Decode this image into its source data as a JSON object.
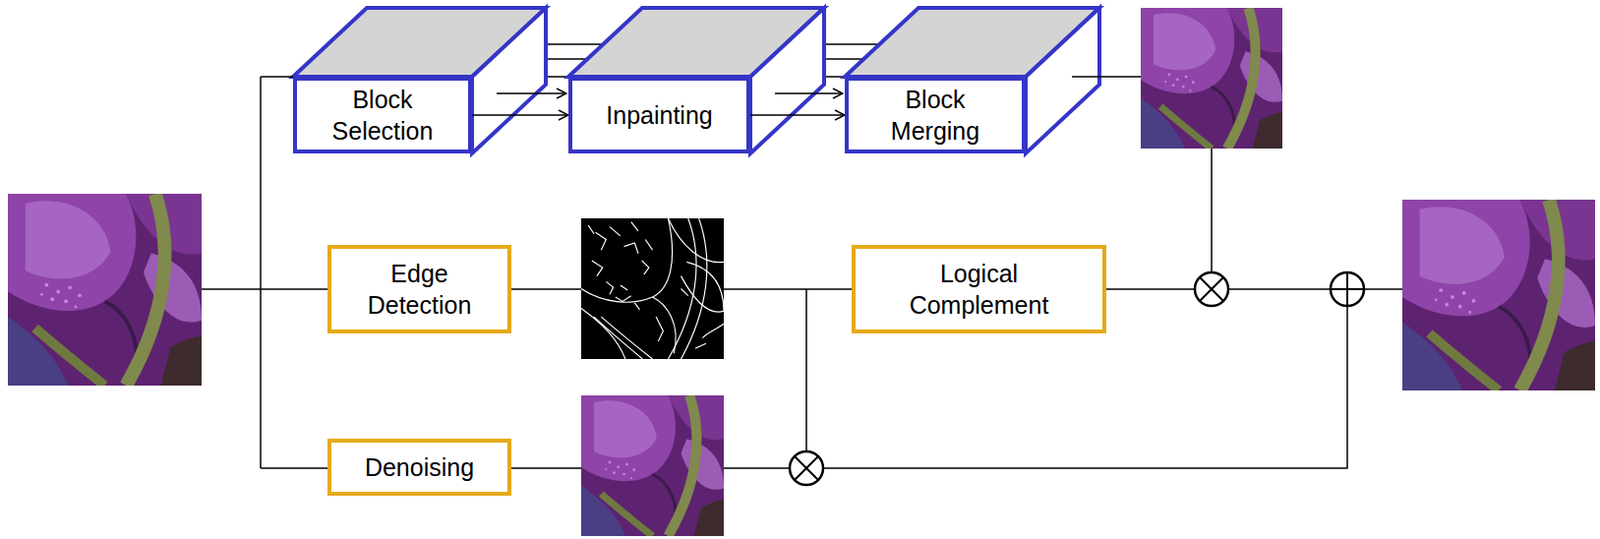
{
  "diagram": {
    "nodes": [
      {
        "text": [
          "Block Selection"
        ]
      },
      {
        "text": [
          "Inpainting"
        ]
      },
      {
        "text": [
          "Block Merging"
        ]
      },
      {
        "text": [
          "Edge Detection"
        ]
      },
      {
        "text": [
          "Logical Complement"
        ]
      },
      {
        "text": [
          "Denoising"
        ]
      }
    ],
    "edges": [
      {
        "from": 0,
        "to": 1,
        "arrow": "to"
      },
      {
        "from": 1,
        "to": 2,
        "arrow": "to"
      },
      {
        "from": 3,
        "to": 4,
        "arrow": "none"
      }
    ]
  }
}
